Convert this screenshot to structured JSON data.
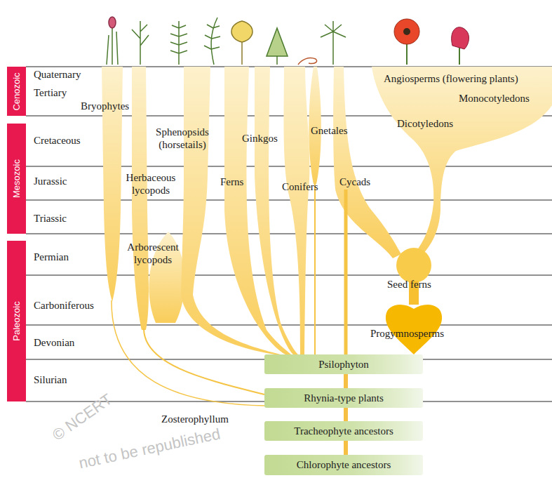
{
  "diagram": {
    "nodes": [
      {
        "text": [
          "Cenozoic"
        ]
      },
      {
        "text": [
          "Mesozoic"
        ]
      },
      {
        "text": [
          "Paleozoic"
        ]
      },
      {
        "text": [
          "Psilophyton"
        ]
      },
      {
        "text": [
          "Rhynia-type plants"
        ]
      },
      {
        "text": [
          "Tracheophyte ancestors"
        ]
      },
      {
        "text": [
          "Chlorophyte ancestors"
        ]
      }
    ],
    "edges": [
      {
        "from": 6,
        "to": 5,
        "arrow": "none"
      },
      {
        "from": 5,
        "to": 4,
        "arrow": "none"
      },
      {
        "from": 4,
        "to": 3,
        "arrow": "none"
      }
    ],
    "labels": [
      "Quaternary",
      "Tertiary",
      "Bryophytes",
      "Angiosperms (flowering plants)",
      "Monocotyledons",
      "Cretaceous",
      "Sphenopsids (horsetails)",
      "Ginkgos",
      "Gnetales",
      "Dicotyledons",
      "Jurassic",
      "Herbaceous lycopods",
      "Ferns",
      "Conifers",
      "Cycads",
      "Triassic",
      "Permian",
      "Arborescent lycopods",
      "Seed ferns",
      "Carboniferous",
      "Progymnosperms",
      "Devonian",
      "Silurian",
      "Zosterophyllum",
      "© NCERT",
      "not to be republished"
    ]
  }
}
